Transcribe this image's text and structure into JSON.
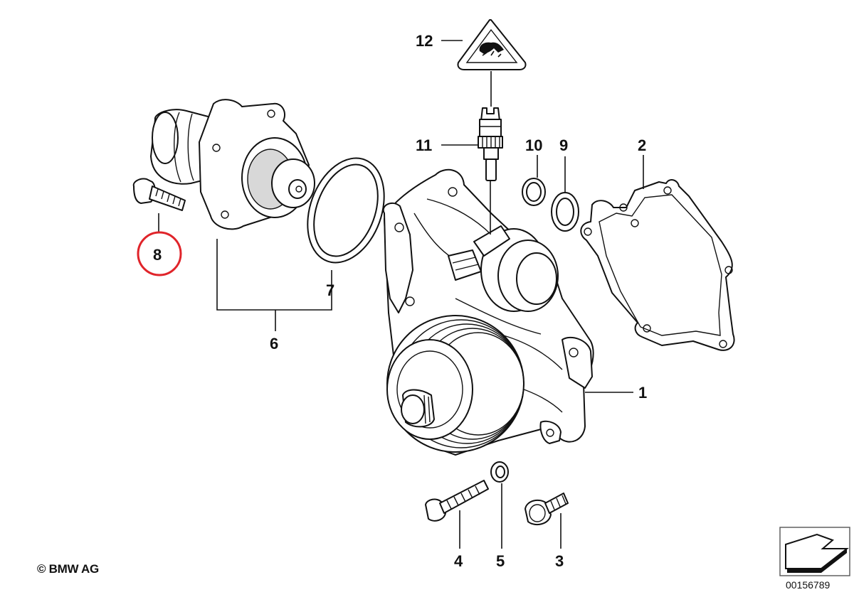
{
  "diagram": {
    "callouts": [
      {
        "id": "1",
        "label": "1"
      },
      {
        "id": "2",
        "label": "2"
      },
      {
        "id": "3",
        "label": "3"
      },
      {
        "id": "4",
        "label": "4"
      },
      {
        "id": "5",
        "label": "5"
      },
      {
        "id": "6",
        "label": "6"
      },
      {
        "id": "7",
        "label": "7"
      },
      {
        "id": "8",
        "label": "8",
        "highlighted": true
      },
      {
        "id": "9",
        "label": "9"
      },
      {
        "id": "10",
        "label": "10"
      },
      {
        "id": "11",
        "label": "11"
      },
      {
        "id": "12",
        "label": "12"
      }
    ],
    "highlight_color": "#e0242a",
    "warning_icon": "hot-coolant-warning-icon",
    "orientation_icon": "direction-arrow-icon"
  },
  "footer": {
    "copyright": "© BMW AG",
    "document_id": "00156789"
  }
}
